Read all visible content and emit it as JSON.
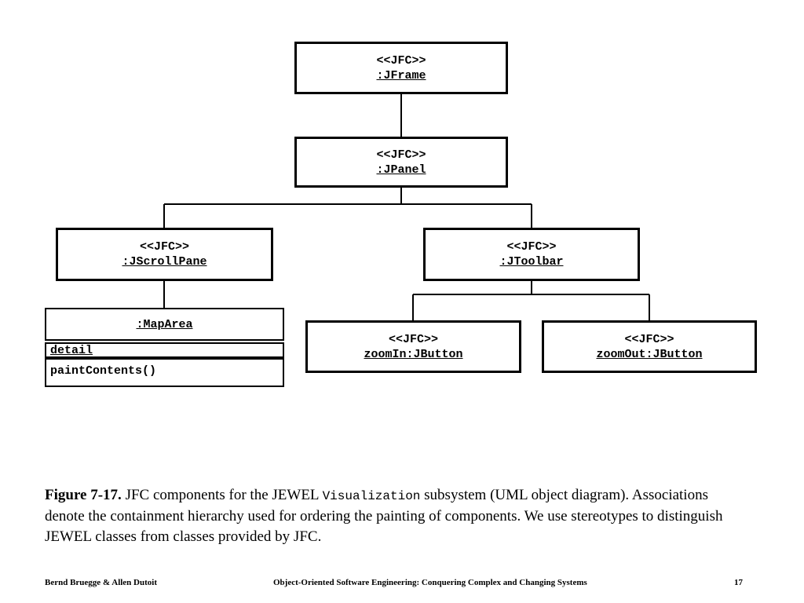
{
  "diagram": {
    "nodes": {
      "jframe": {
        "stereotype": "<<JFC>>",
        "name": ":JFrame"
      },
      "jpanel": {
        "stereotype": "<<JFC>>",
        "name": ":JPanel"
      },
      "jscrollpane": {
        "stereotype": "<<JFC>>",
        "name": ":JScrollPane"
      },
      "jtoolbar": {
        "stereotype": "<<JFC>>",
        "name": ":JToolbar"
      },
      "zoomin": {
        "stereotype": "<<JFC>>",
        "name": "zoomIn:JButton"
      },
      "zoomout": {
        "stereotype": "<<JFC>>",
        "name": "zoomOut:JButton"
      },
      "maparea": {
        "name": ":MapArea",
        "attribute": "detail",
        "operation": "paintContents()"
      }
    },
    "edges": [
      {
        "from": ":JFrame",
        "to": ":JPanel"
      },
      {
        "from": ":JPanel",
        "to": ":JScrollPane"
      },
      {
        "from": ":JPanel",
        "to": ":JToolbar"
      },
      {
        "from": ":JScrollPane",
        "to": ":MapArea"
      },
      {
        "from": ":JToolbar",
        "to": "zoomIn:JButton"
      },
      {
        "from": ":JToolbar",
        "to": "zoomOut:JButton"
      }
    ]
  },
  "caption": {
    "figure_label": "Figure 7-17.",
    "text_before": " JFC components for the JEWEL ",
    "code": "Visualization",
    "text_after": " subsystem (UML object diagram). Associations denote the containment hierarchy used for ordering the painting of components. We use stereotypes to distinguish JEWEL classes from classes provided by JFC."
  },
  "footer": {
    "authors": "Bernd Bruegge & Allen Dutoit",
    "book_title": "Object-Oriented Software Engineering: Conquering Complex and Changing Systems",
    "page_number": "17"
  }
}
